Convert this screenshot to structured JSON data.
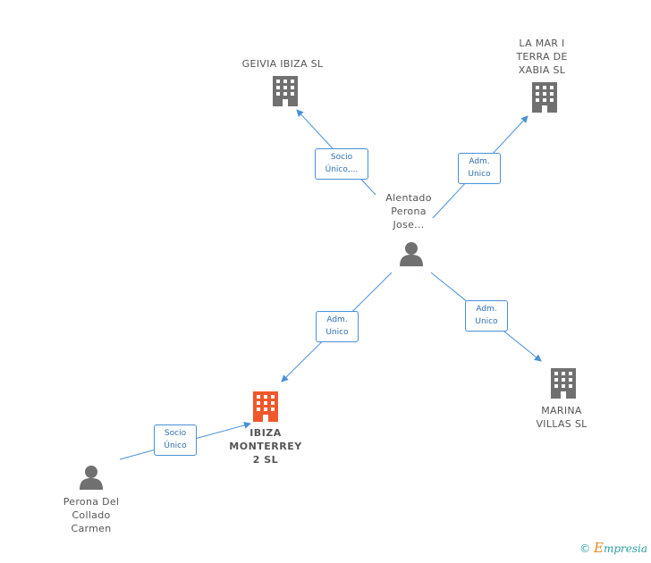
{
  "nodes": {
    "geivia": {
      "lines": [
        "GEIVIA IBIZA SL"
      ]
    },
    "lamar": {
      "lines": [
        "LA MAR I",
        "TERRA DE",
        "XABIA SL"
      ]
    },
    "alentado": {
      "lines": [
        "Alentado",
        "Perona",
        "Jose..."
      ]
    },
    "ibiza": {
      "lines": [
        "IBIZA",
        "MONTERREY",
        "2 SL"
      ]
    },
    "marina": {
      "lines": [
        "MARINA",
        "VILLAS SL"
      ]
    },
    "perona": {
      "lines": [
        "Perona Del",
        "Collado",
        "Carmen"
      ]
    }
  },
  "edges": {
    "e1": {
      "lines": [
        "Socio",
        "Único,..."
      ]
    },
    "e2": {
      "lines": [
        "Adm.",
        "Unico"
      ]
    },
    "e3": {
      "lines": [
        "Adm.",
        "Unico"
      ]
    },
    "e4": {
      "lines": [
        "Adm.",
        "Unico"
      ]
    },
    "e5": {
      "lines": [
        "Socio",
        "Único"
      ]
    }
  },
  "footer": {
    "copyright": "©",
    "brand_initial": "E",
    "brand_rest": "mpresia"
  },
  "colors": {
    "edge": "#4a90d9",
    "company": "#707070",
    "main_company": "#f0572a",
    "person": "#707070"
  }
}
